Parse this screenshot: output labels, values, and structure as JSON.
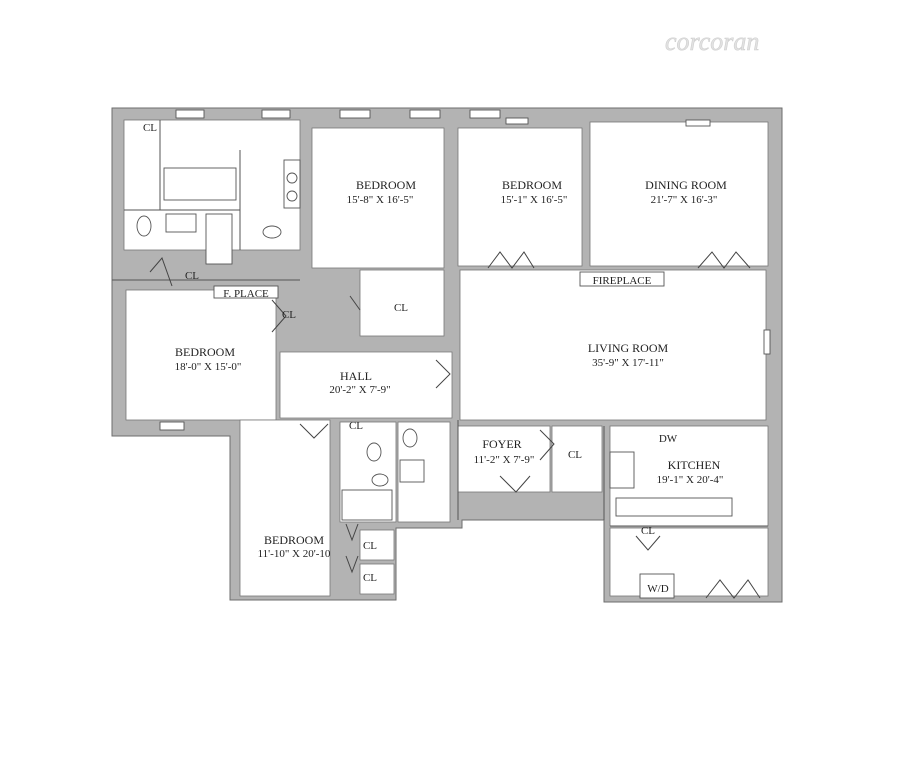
{
  "watermark": "corcoran",
  "rooms": [
    {
      "id": "bedroom-1",
      "name": "BEDROOM",
      "dims": "15'-8\" X 16'-5\""
    },
    {
      "id": "bedroom-2",
      "name": "BEDROOM",
      "dims": "15'-1\" X 16'-5\""
    },
    {
      "id": "dining-room",
      "name": "DINING ROOM",
      "dims": "21'-7\" X 16'-3\""
    },
    {
      "id": "bedroom-3",
      "name": "BEDROOM",
      "dims": "18'-0\" X 15'-0\""
    },
    {
      "id": "hall",
      "name": "HALL",
      "dims": "20'-2\" X 7'-9\""
    },
    {
      "id": "living-room",
      "name": "LIVING ROOM",
      "dims": "35'-9\" X 17'-11\""
    },
    {
      "id": "foyer",
      "name": "FOYER",
      "dims": "11'-2\" X 7'-9\""
    },
    {
      "id": "kitchen",
      "name": "KITCHEN",
      "dims": "19'-1\" X 20'-4\""
    },
    {
      "id": "bedroom-4",
      "name": "BEDROOM",
      "dims": "11'-10\" X 20'-10"
    }
  ],
  "labels": {
    "closet": "CL",
    "fireplace_main": "FIREPLACE",
    "fireplace_bedroom": "F. PLACE",
    "dishwasher": "DW",
    "washer_dryer": "W/D"
  }
}
